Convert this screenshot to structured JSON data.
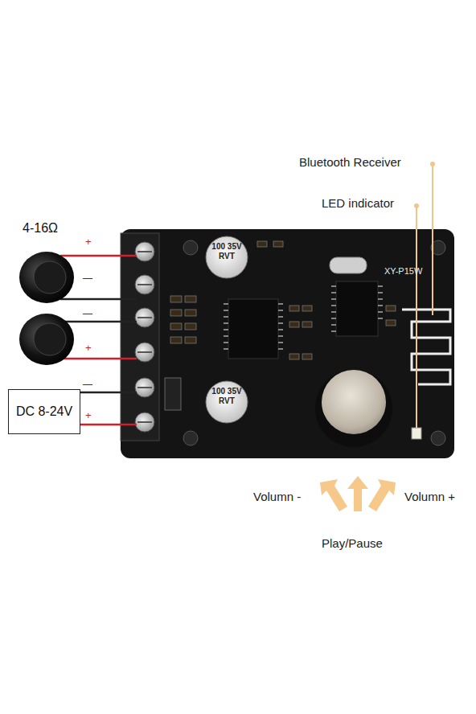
{
  "diagram": {
    "nodes": [
      {
        "text": [
          "DC 8-24V"
        ]
      }
    ],
    "labels": [
      "Bluetooth Receiver",
      "LED indicator",
      "4-16Ω",
      "+",
      "—",
      "—",
      "+",
      "—",
      "+",
      "100 35V RVT",
      "100 35V RVT",
      "XY-P15W",
      "Volumn -",
      "Volumn +",
      "Play/Pause"
    ]
  }
}
